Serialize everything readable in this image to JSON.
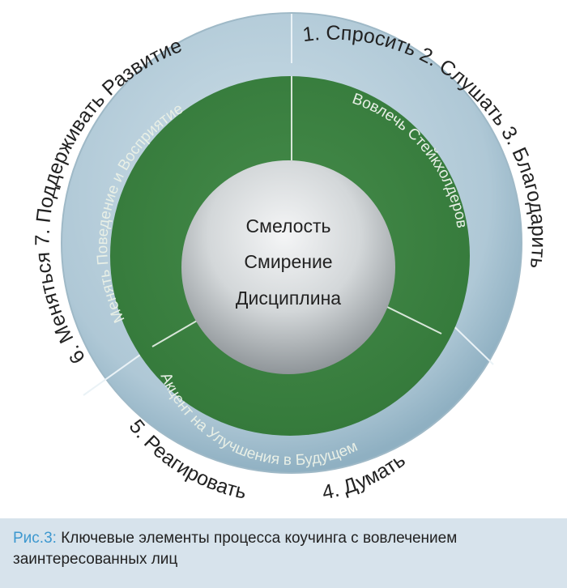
{
  "center": {
    "lines": [
      "Смелость",
      "Смирение",
      "Дисциплина"
    ]
  },
  "green_ring": {
    "segments": [
      "Вовлечь Стейкхолдеров",
      "Акцент на Улучшения в Будущем",
      "Менять Поведение и Восприятие"
    ]
  },
  "outer_ring": {
    "segments": [
      "1. Спросить 2. Слушать 3. Благодарить",
      "4. Думать",
      "5. Реагировать",
      "6. Меняться  7. Поддерживать Развитие"
    ]
  },
  "caption": {
    "label": "Рис.3:",
    "text": " Ключевые элементы процесса коучинга с вовлечением заинтересованных лиц"
  },
  "colors": {
    "outer_ring": "#b3cbd8",
    "green_ring": "#3c8142",
    "center": "#d2d6d8",
    "caption_label": "#3d98cf",
    "caption_background": "#d7e3ec"
  }
}
